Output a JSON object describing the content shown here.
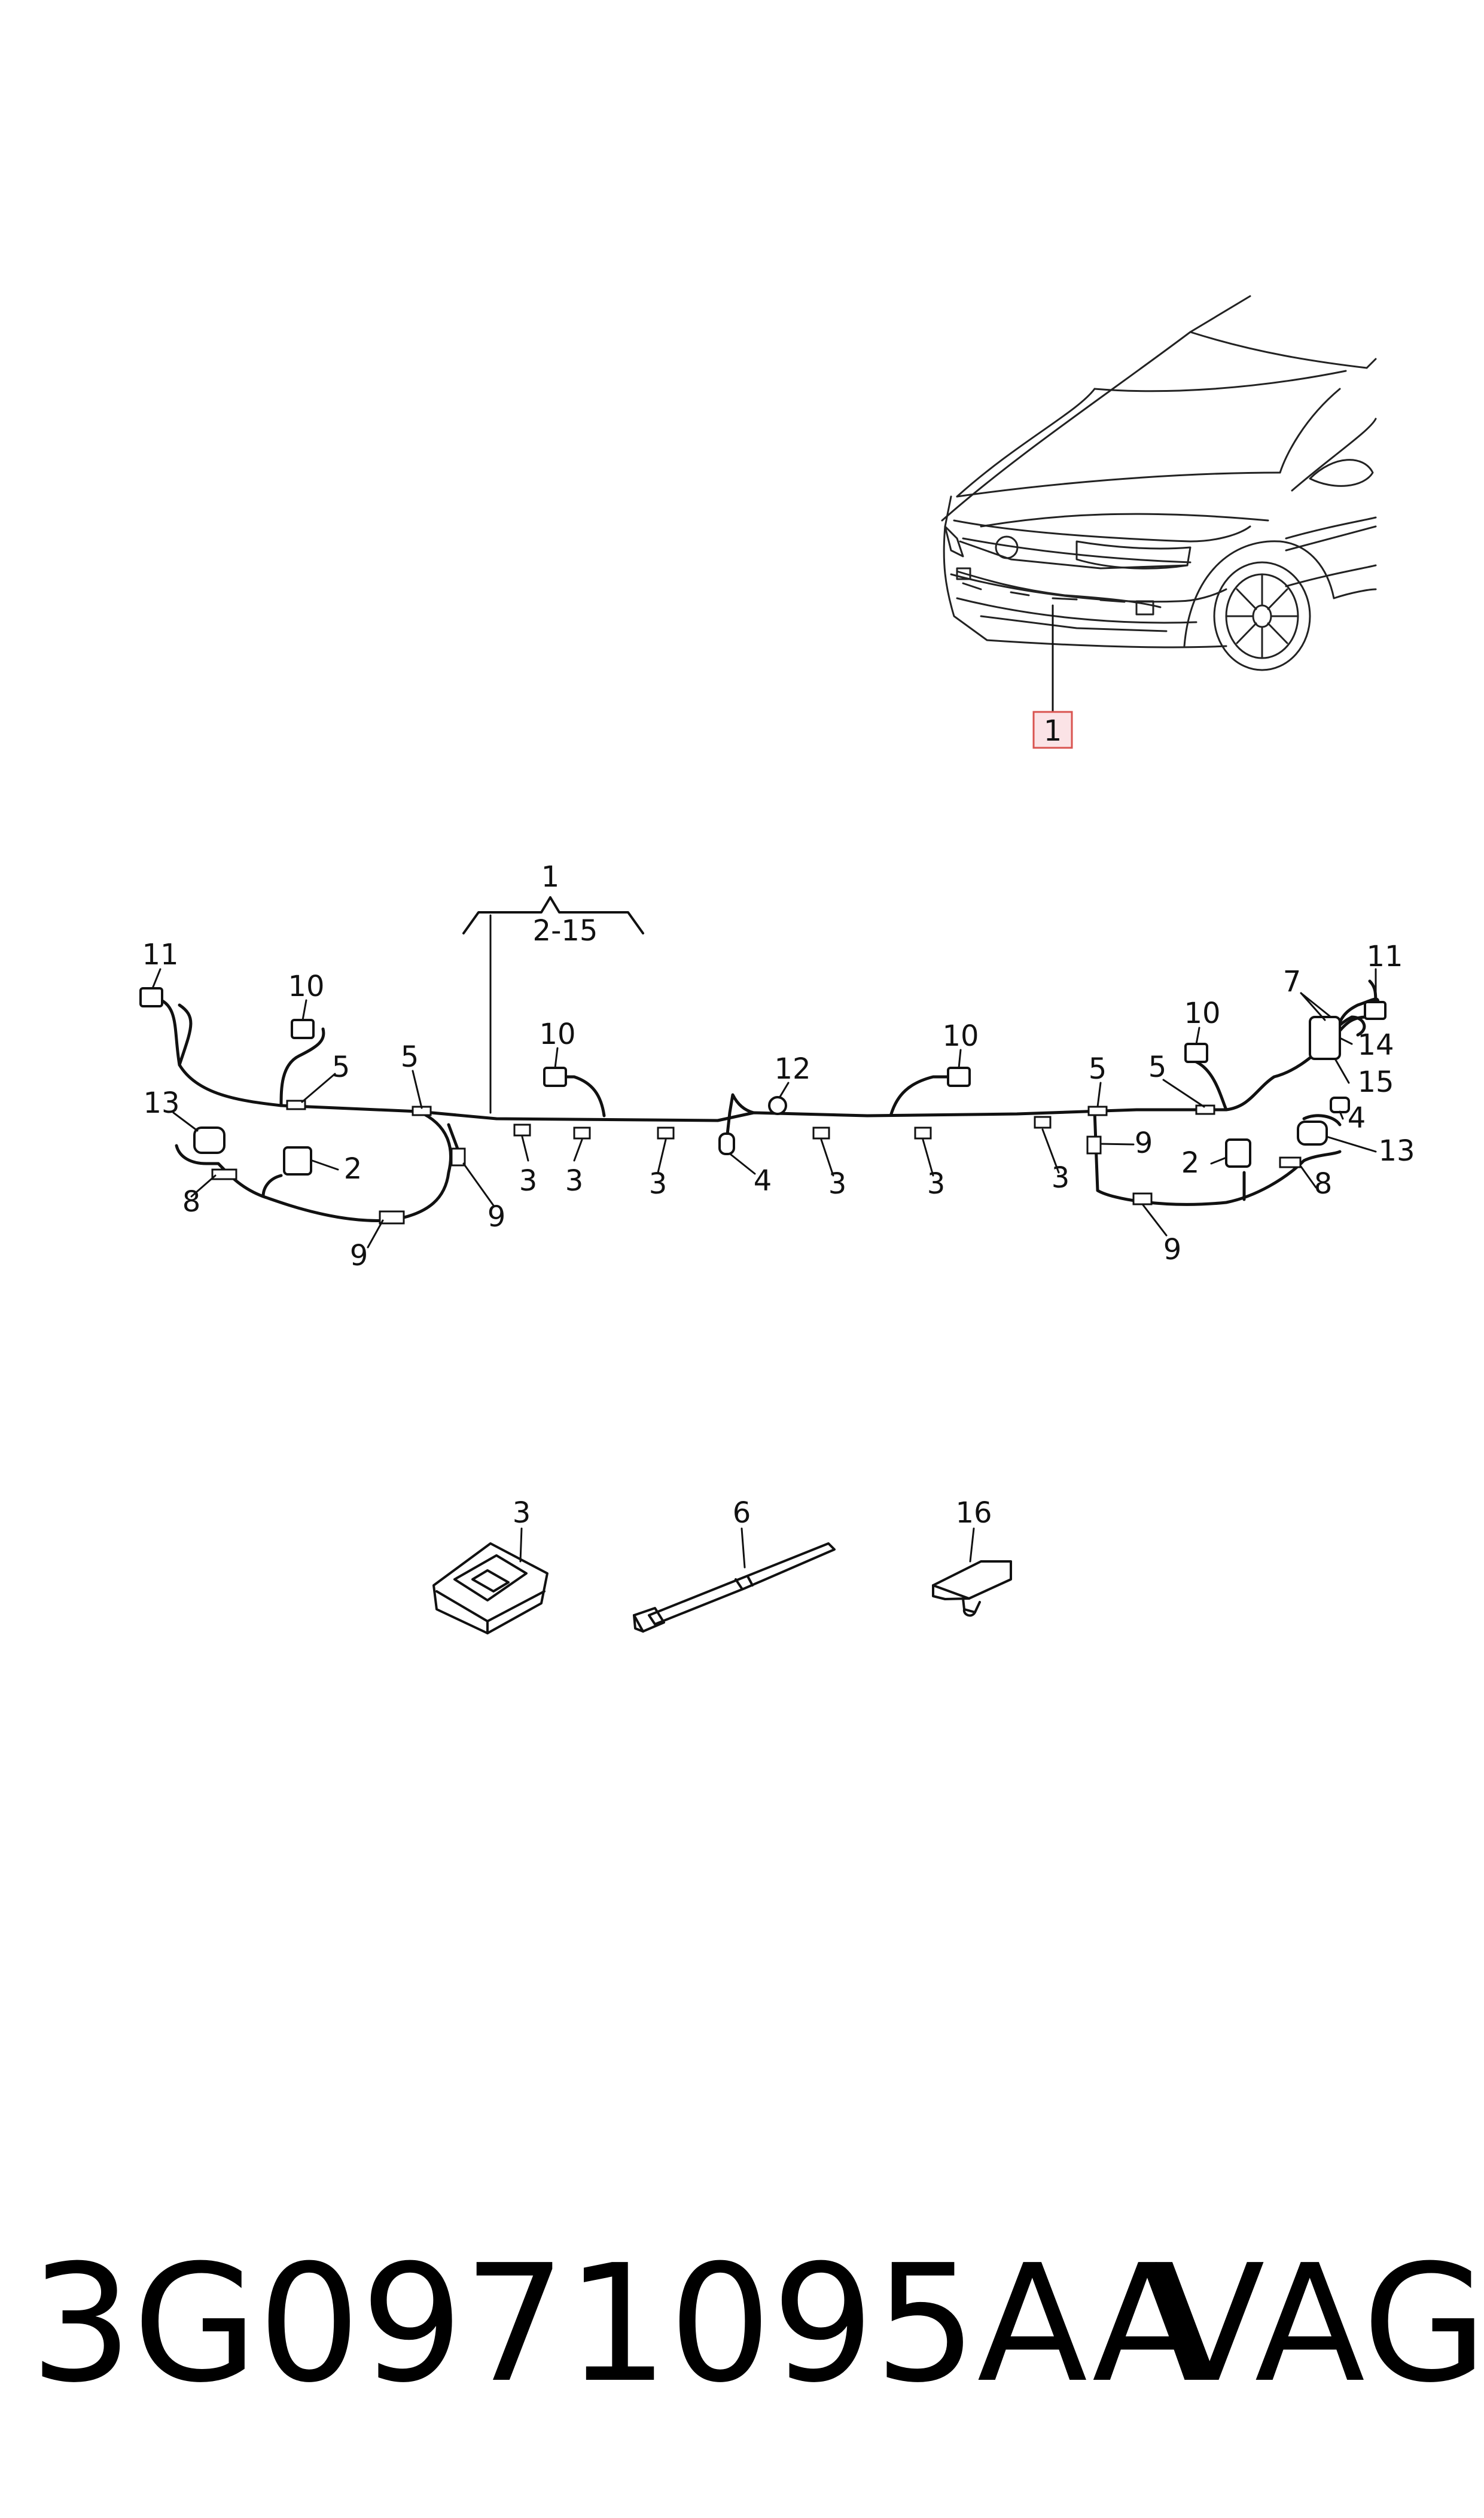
{
  "overview": {
    "callout": "1"
  },
  "harness": {
    "group_label": "1",
    "group_range": "2-15",
    "labels": {
      "l11a": "11",
      "l10a": "10",
      "l5a": "5",
      "l5b": "5",
      "l13a": "13",
      "l2a": "2",
      "l8a": "8",
      "l9a": "9",
      "l9b": "9",
      "l3a": "3",
      "l3b": "3",
      "l3c": "3",
      "l10b": "10",
      "l12": "12",
      "l4a": "4",
      "l3d": "3",
      "l3e": "3",
      "l10c": "10",
      "l3f": "3",
      "l5c": "5",
      "l5d": "5",
      "l10d": "10",
      "l7": "7",
      "l11b": "11",
      "l14": "14",
      "l15": "15",
      "l4b": "4",
      "l13b": "13",
      "l9c": "9",
      "l2b": "2",
      "l8b": "8",
      "l9d": "9"
    }
  },
  "parts": {
    "p3": "3",
    "p6": "6",
    "p16": "16"
  },
  "footer": {
    "part_number": "3G0971095AA",
    "brand": "VAG"
  },
  "colors": {
    "callout_highlight_fill": "#fbe3e6",
    "callout_highlight_border": "#d9534f"
  }
}
